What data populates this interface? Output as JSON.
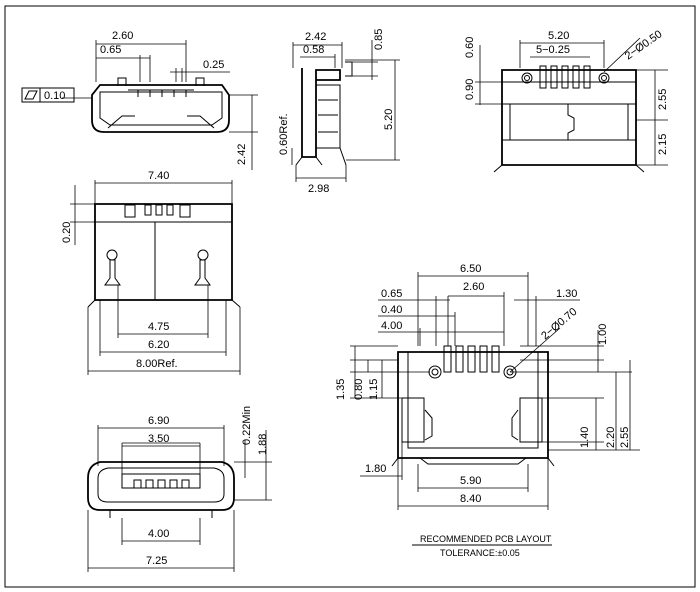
{
  "views": {
    "front_top": {
      "dims": {
        "d1": "2.60",
        "d2": "0.65",
        "d3": "0.25",
        "d4": "2.42"
      },
      "flatness": {
        "symbol": "parallelogram-flatness-symbol",
        "value": "0.10"
      }
    },
    "side": {
      "dims": {
        "d1": "2.42",
        "d2": "0.58",
        "d3": "0.85",
        "d4": "5.20",
        "d5": "0.60Ref.",
        "d6": "2.98"
      }
    },
    "rear": {
      "dims": {
        "d1": "5.20",
        "d2": "5−0.25",
        "d3": "2−Ø0.50",
        "d4": "0.60",
        "d5": "0.90",
        "d6": "2.55",
        "d7": "2.15"
      }
    },
    "top": {
      "dims": {
        "d1": "7.40",
        "d2": "0.20",
        "d3": "4.75",
        "d4": "6.20",
        "d5": "8.00Ref."
      }
    },
    "front_bottom": {
      "dims": {
        "d1": "6.90",
        "d2": "3.50",
        "d3": "0.22Min",
        "d4": "1.88",
        "d5": "4.00",
        "d6": "7.25"
      }
    },
    "pcb": {
      "dims": {
        "d1": "6.50",
        "d2": "0.65",
        "d3": "2.60",
        "d4": "1.30",
        "d5": "0.40",
        "d6": "4.00",
        "d7": "2−Ø0.70",
        "d8": "1.00",
        "d9": "1.35",
        "d10": "0.80",
        "d11": "1.15",
        "d12": "1.80",
        "d13": "5.90",
        "d14": "8.40",
        "d15": "1.40",
        "d16": "2.20",
        "d17": "2.55"
      },
      "caption": "RECOMMENDED PCB LAYOUT",
      "tolerance": "TOLERANCE:±0.05"
    }
  }
}
